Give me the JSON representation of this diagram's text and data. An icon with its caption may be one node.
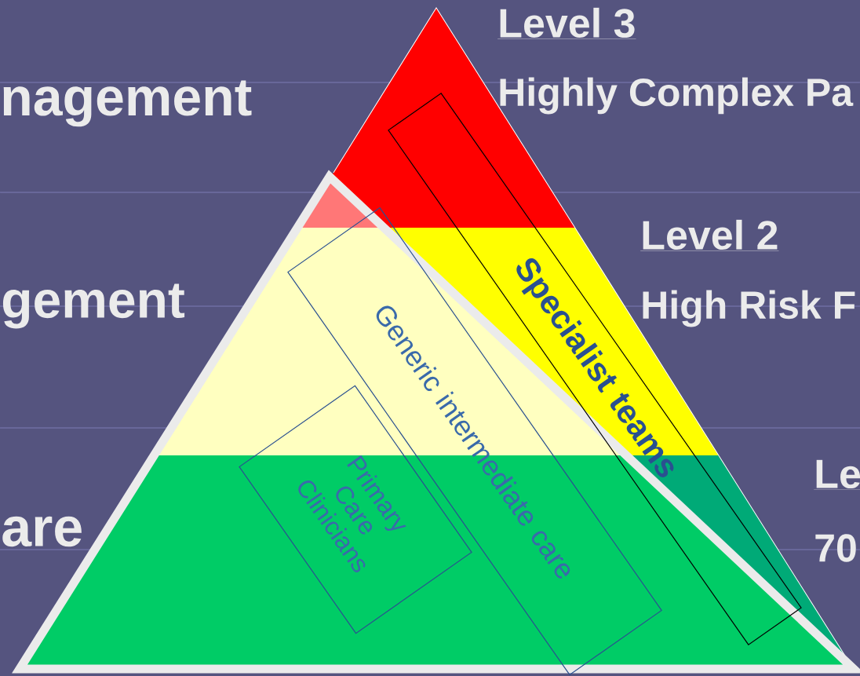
{
  "diagram": {
    "nodes": [
      {
        "text": [
          "Specialist teams"
        ]
      },
      {
        "text": [
          "Generic intermediate care"
        ]
      },
      {
        "text": [
          "Primary Care Clinicians"
        ]
      }
    ],
    "labels": [
      "nagement",
      "gement",
      "are",
      "Level 3",
      "Highly Complex Pa",
      "Level 2",
      "High Risk F",
      "Le",
      "70"
    ]
  }
}
